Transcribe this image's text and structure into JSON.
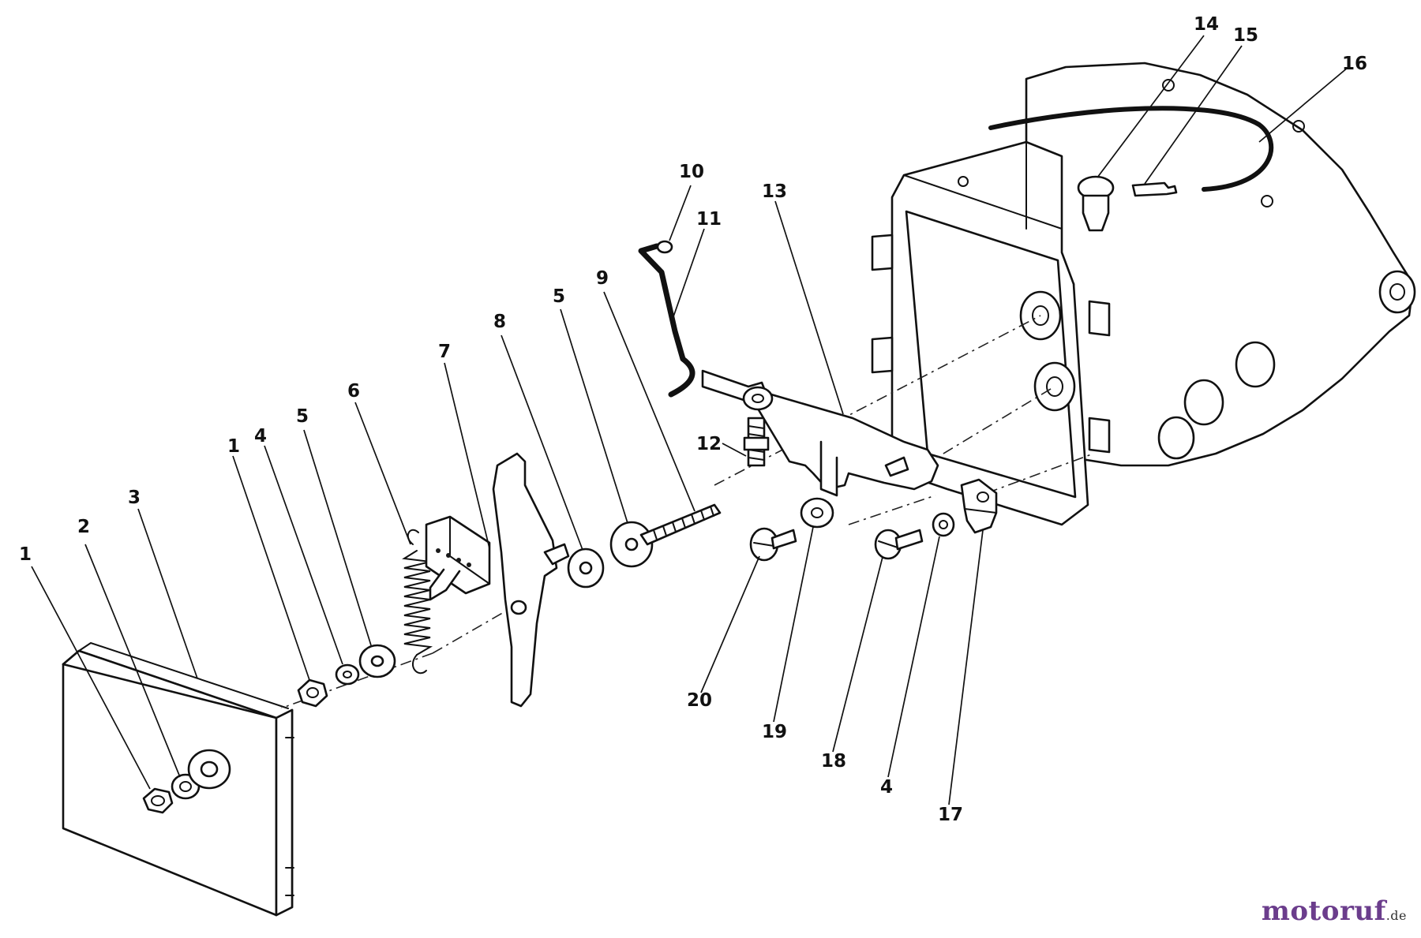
{
  "callouts": {
    "c1a": "1",
    "c2": "2",
    "c3": "3",
    "c1b": "1",
    "c4a": "4",
    "c5a": "5",
    "c6": "6",
    "c7": "7",
    "c8": "8",
    "c5b": "5",
    "c9": "9",
    "c10": "10",
    "c11": "11",
    "c12": "12",
    "c13": "13",
    "c14": "14",
    "c15": "15",
    "c16": "16",
    "c20": "20",
    "c19": "19",
    "c18": "18",
    "c4b": "4",
    "c17": "17"
  },
  "watermark": {
    "brand": "motoruf",
    "tld": ".de"
  }
}
